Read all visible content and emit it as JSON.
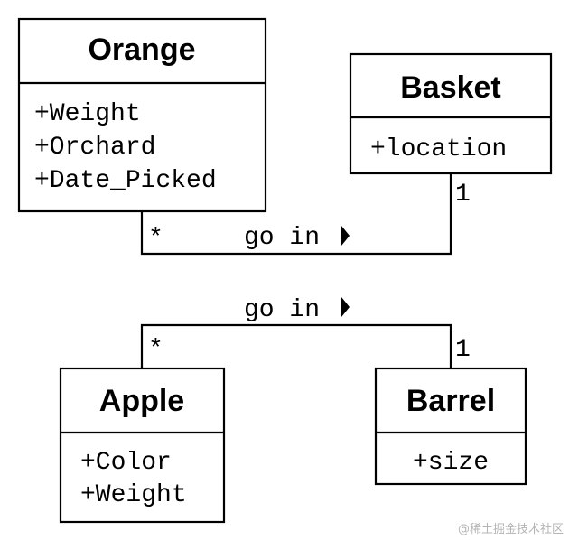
{
  "classes": {
    "orange": {
      "name": "Orange",
      "attributes": [
        "+Weight",
        "+Orchard",
        "+Date_Picked"
      ]
    },
    "basket": {
      "name": "Basket",
      "attributes": [
        "+location"
      ]
    },
    "apple": {
      "name": "Apple",
      "attributes": [
        "+Color",
        "+Weight"
      ]
    },
    "barrel": {
      "name": "Barrel",
      "attributes": [
        "+size"
      ]
    }
  },
  "associations": {
    "orange_basket": {
      "label": "go in",
      "source_multiplicity": "*",
      "target_multiplicity": "1"
    },
    "apple_barrel": {
      "label": "go in",
      "source_multiplicity": "*",
      "target_multiplicity": "1"
    }
  },
  "watermark": "@稀土掘金技术社区"
}
